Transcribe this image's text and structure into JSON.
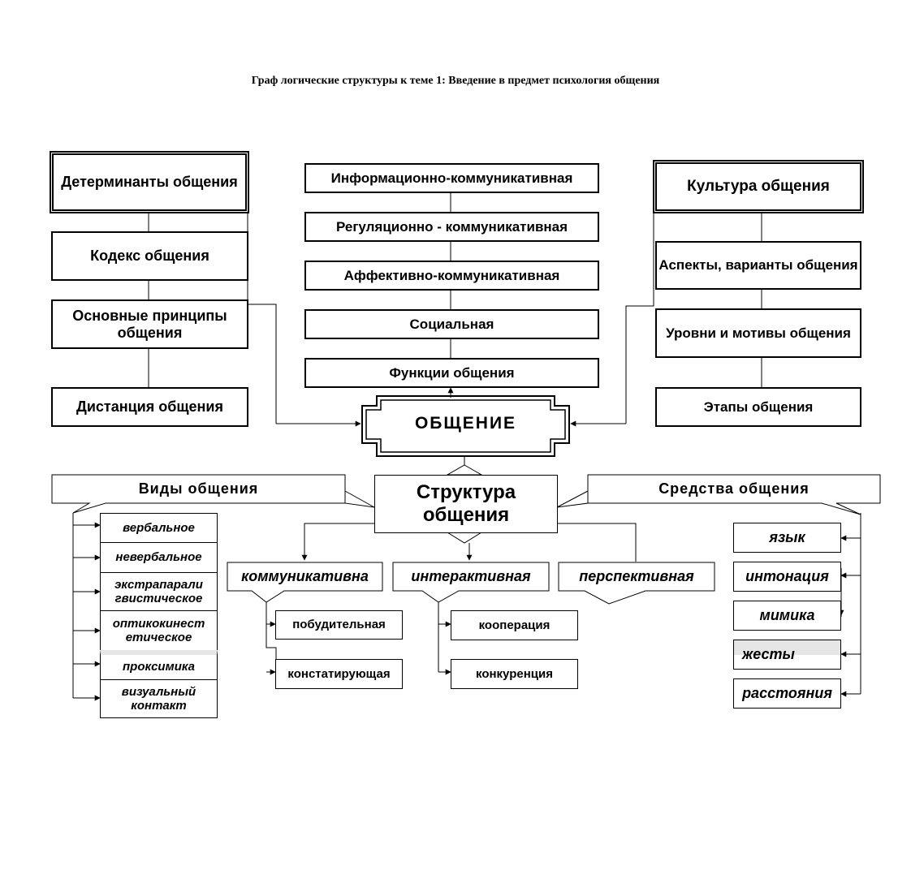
{
  "title": "Граф логические структуры к теме 1:  Введение в предмет психология общения",
  "center": {
    "label": "ОБЩЕНИЕ"
  },
  "left_column": [
    "Детерминанты общения",
    "Кодекс общения",
    "Основные принципы общения",
    "Дистанция общения"
  ],
  "middle_column": [
    "Информационно-коммуникативная",
    "Регуляционно - коммуникативная",
    "Аффективно-коммуникативная",
    "Социальная",
    "Функции общения"
  ],
  "right_column": [
    "Культура  общения",
    "Аспекты, варианты общения",
    "Уровни и мотивы общения",
    "Этапы общения"
  ],
  "structure": {
    "label": "Структура общения",
    "branches": [
      "коммуникативна",
      "интерактивная",
      "перспективная"
    ],
    "kommunikativnaya": [
      "побудительная",
      "констатирующая"
    ],
    "interaktivnaya": [
      "кооперация",
      "конкуренция"
    ]
  },
  "vidy": {
    "label": "Виды  общения",
    "items": [
      "вербальное",
      "невербальное",
      "экстрапарали гвистическое",
      "оптикокинест етическое",
      "проксимика",
      "визуальный контакт"
    ]
  },
  "sredstva": {
    "label": "Средства  общения",
    "items": [
      "язык",
      "интонация",
      "мимика",
      "жесты",
      "расстояния"
    ]
  }
}
